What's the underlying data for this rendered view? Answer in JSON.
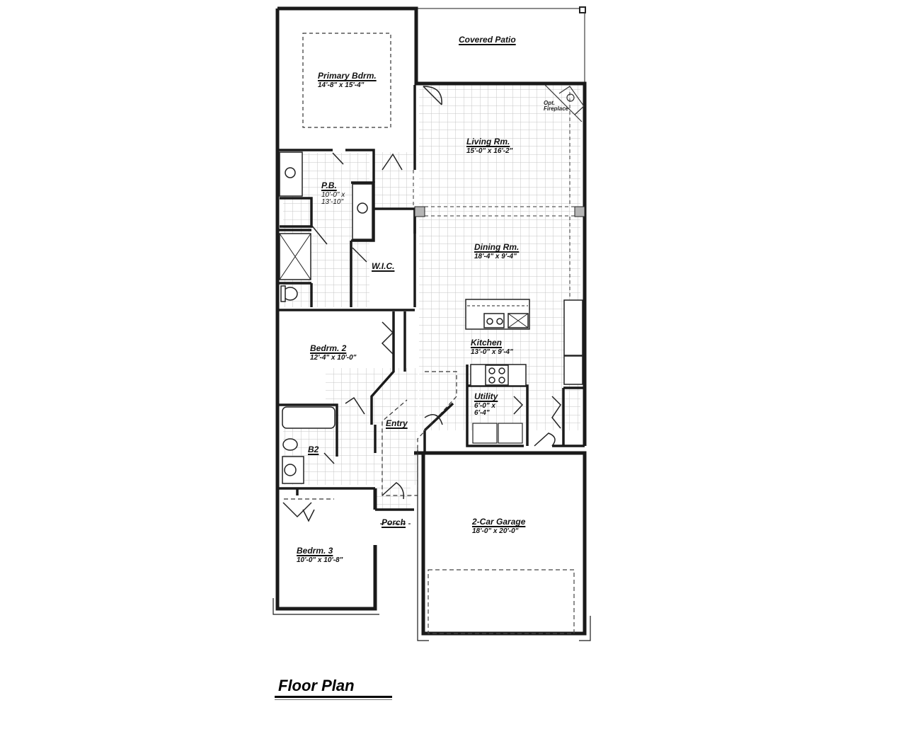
{
  "title": "Floor Plan",
  "rooms": {
    "covered_patio": {
      "name": "Covered Patio"
    },
    "primary_bedroom": {
      "name": "Primary Bdrm.",
      "dims": "14'-8\" x 15'-4\""
    },
    "living_room": {
      "name": "Living Rm.",
      "dims": "15'-0\" x 16'-2\""
    },
    "fireplace": {
      "line1": "Opt.",
      "line2": "Fireplace"
    },
    "primary_bath": {
      "name": "P.B.",
      "dims1": "10'-0\" x",
      "dims2": "13'-10\""
    },
    "walk_in_closet": {
      "name": "W.I.C."
    },
    "dining_room": {
      "name": "Dining Rm.",
      "dims": "18'-4\" x 9'-4\""
    },
    "kitchen": {
      "name": "Kitchen",
      "dims": "13'-0\" x 9'-4\""
    },
    "bedroom_2": {
      "name": "Bedrm. 2",
      "dims": "12'-4\" x 10'-0\""
    },
    "utility": {
      "name": "Utility",
      "dims1": "6'-0\" x",
      "dims2": "6'-4\""
    },
    "entry": {
      "name": "Entry"
    },
    "bath_2": {
      "name": "B2"
    },
    "porch": {
      "name": "Porch"
    },
    "garage": {
      "name": "2-Car Garage",
      "dims": "18'-0\" x 20'-0\""
    },
    "bedroom_3": {
      "name": "Bedrm. 3",
      "dims": "10'-0\" x 10'-8\""
    }
  },
  "colors": {
    "wall": "#1a1a1a",
    "grid": "#c8c8c8",
    "column": "#b5b5b5"
  }
}
